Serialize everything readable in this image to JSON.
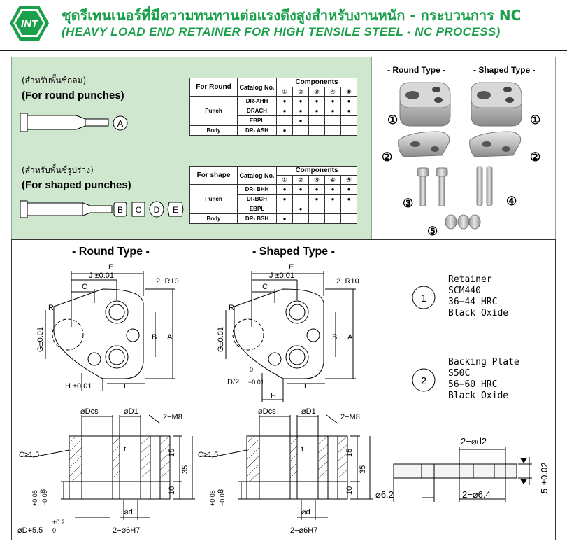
{
  "header": {
    "brand": "INT",
    "title_th": "ชุดรีเทนเนอร์ที่มีความทนทานต่อแรงดึงสูงสำหรับงานหนัก - กระบวนการ NC",
    "title_en": "(HEAVY LOAD END RETAINER FOR HIGH TENSILE STEEL - NC PROCESS)"
  },
  "round_section": {
    "th": "(สำหรับพั้นช์กลม)",
    "en": "(For round punches)",
    "shape_letters": [
      "A"
    ]
  },
  "shaped_section": {
    "th": "(สำหรับพั้นช์รูปร่าง)",
    "en": "(For shaped punches)",
    "shape_letters": [
      "B",
      "C",
      "D",
      "E"
    ]
  },
  "round_table": {
    "col_type": "For Round",
    "col_catalog": "Catalog No.",
    "col_components": "Components",
    "comp_numbers": [
      "①",
      "②",
      "③",
      "④",
      "⑤"
    ],
    "group_punch": "Punch",
    "group_body": "Body",
    "rows": [
      {
        "catalog": "DR-AHH",
        "dots": [
          true,
          true,
          true,
          true,
          true
        ]
      },
      {
        "catalog": "DRACH",
        "dots": [
          true,
          true,
          true,
          true,
          true
        ]
      },
      {
        "catalog": "EBPL",
        "dots": [
          false,
          true,
          false,
          false,
          false
        ]
      },
      {
        "catalog": "DR- ASH",
        "dots": [
          true,
          false,
          false,
          false,
          false
        ]
      }
    ]
  },
  "shape_table": {
    "col_type": "For shape",
    "col_catalog": "Catalog No.",
    "col_components": "Components",
    "comp_numbers": [
      "①",
      "②",
      "③",
      "④",
      "⑤"
    ],
    "group_punch": "Punch",
    "group_body": "Body",
    "rows": [
      {
        "catalog": "DR- BHH",
        "dots": [
          true,
          true,
          true,
          true,
          true
        ]
      },
      {
        "catalog": "DRBCH",
        "dots": [
          true,
          false,
          true,
          true,
          true
        ]
      },
      {
        "catalog": "EBPL",
        "dots": [
          false,
          true,
          false,
          false,
          false
        ]
      },
      {
        "catalog": "DR- BSH",
        "dots": [
          true,
          false,
          false,
          false,
          false
        ]
      }
    ]
  },
  "photos": {
    "round_title": "- Round Type -",
    "shaped_title": "- Shaped Type -",
    "labels": [
      "①",
      "②",
      "③",
      "④",
      "⑤"
    ]
  },
  "drawings": {
    "round_title": "- Round Type -",
    "shaped_title": "- Shaped Type -",
    "dims": {
      "E": "E",
      "J": "J ±0.01",
      "C": "C",
      "R10": "2−R10",
      "R": "R",
      "G": "G±0.01",
      "B": "B",
      "A": "A",
      "H": "H ±0.01",
      "F": "F",
      "D": "D/2",
      "D_tol_up": "0",
      "D_tol_dn": "−0.01",
      "Hs": "H",
      "Dcs": "⌀Dcs",
      "D1": "⌀D1",
      "M8": "2−M8",
      "C15": "C≥1.5",
      "t": "t",
      "d15": "15",
      "d35": "35",
      "d10": "10",
      "tol_up": "+0.05",
      "tol_dn": "−0.03",
      "eight": "8",
      "phid": "⌀d",
      "H7": "2−⌀6H7",
      "phiD": "⌀D+5.5",
      "phiD_up": "+0.2",
      "phiD_dn": "0",
      "d2": "2−⌀d2",
      "d62": "⌀6.2",
      "d64": "2−⌀6.4",
      "five": "5",
      "five_tol": "±0.02"
    }
  },
  "specs": [
    {
      "num": "1",
      "lines": [
        "Retainer",
        "SCM440",
        "36−44 HRC",
        "Black Oxide"
      ]
    },
    {
      "num": "2",
      "lines": [
        "Backing Plate",
        "S50C",
        "56−60 HRC",
        "Black Oxide"
      ]
    }
  ],
  "colors": {
    "green": "#1aa04a",
    "panel": "#cfe6cf"
  }
}
